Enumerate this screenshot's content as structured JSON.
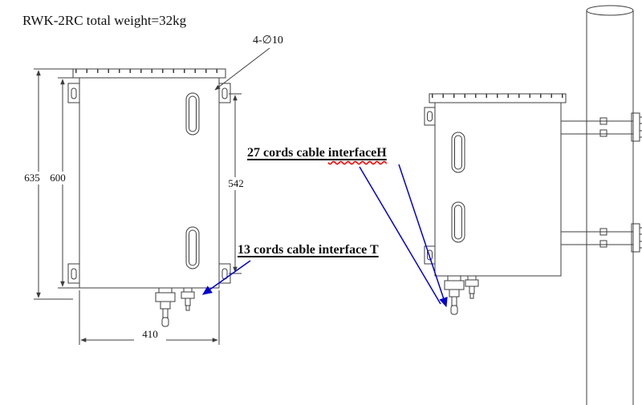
{
  "title": "RWK-2RC total weight=32kg",
  "annotations": {
    "holes_callout": "4-∅10",
    "cable_27_prefix": "27 cords cable ",
    "cable_27_word": "interfaceH",
    "cable_13": "13 cords cable interface T"
  },
  "dimensions": {
    "overall_height": "635",
    "body_height": "600",
    "inner_span": "542",
    "width": "410"
  },
  "colors": {
    "line": "#3d3d3d",
    "annotation_blue": "#0000cd",
    "squiggle_red": "#ff0000",
    "text": "#111111"
  }
}
